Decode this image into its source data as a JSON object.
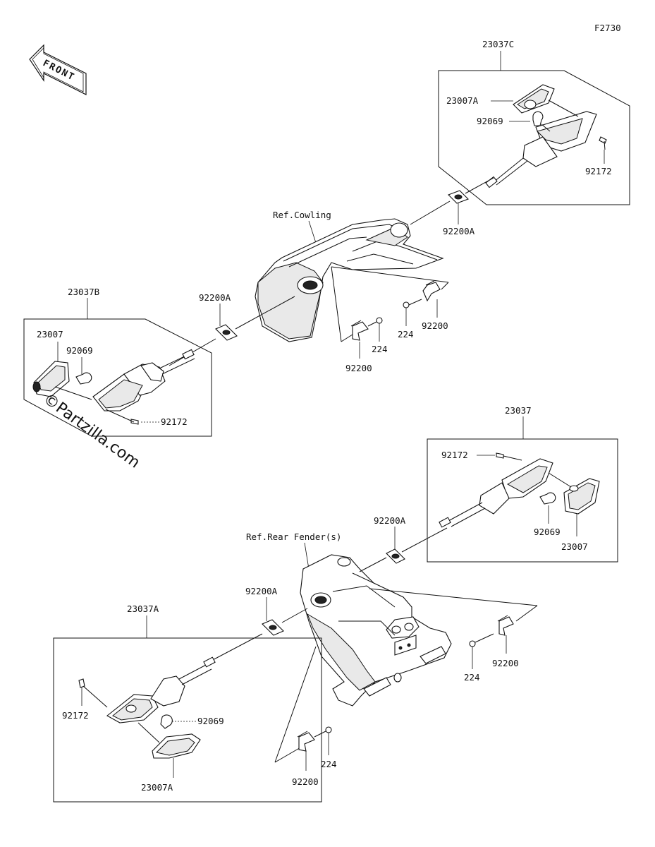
{
  "figure_code": "F2730",
  "front_label": "FRONT",
  "watermark": "©Partzilla.com",
  "groups": {
    "top_right": {
      "assembly": "23037C",
      "lens": "23007A",
      "bulb": "92069",
      "screw": "92172"
    },
    "left": {
      "assembly": "23037B",
      "lens": "23007",
      "bulb": "92069",
      "screw": "92172"
    },
    "mid_right": {
      "assembly": "23037",
      "screw": "92172",
      "bulb": "92069",
      "lens": "23007"
    },
    "bottom_left": {
      "assembly": "23037A",
      "screw": "92172",
      "bulb": "92069",
      "lens": "23007A"
    }
  },
  "cowling": {
    "ref": "Ref.Cowling",
    "grommet_right": "92200A",
    "grommet_left": "92200A",
    "bracket_right": "92200",
    "screw_right": "224",
    "bracket_left": "92200",
    "screw_left": "224"
  },
  "rear_fender": {
    "ref": "Ref.Rear Fender(s)",
    "grommet_right": "92200A",
    "grommet_left": "92200A",
    "screw_right": "224",
    "bracket_right": "92200",
    "screw_bottom": "224",
    "bracket_bottom": "92200"
  }
}
